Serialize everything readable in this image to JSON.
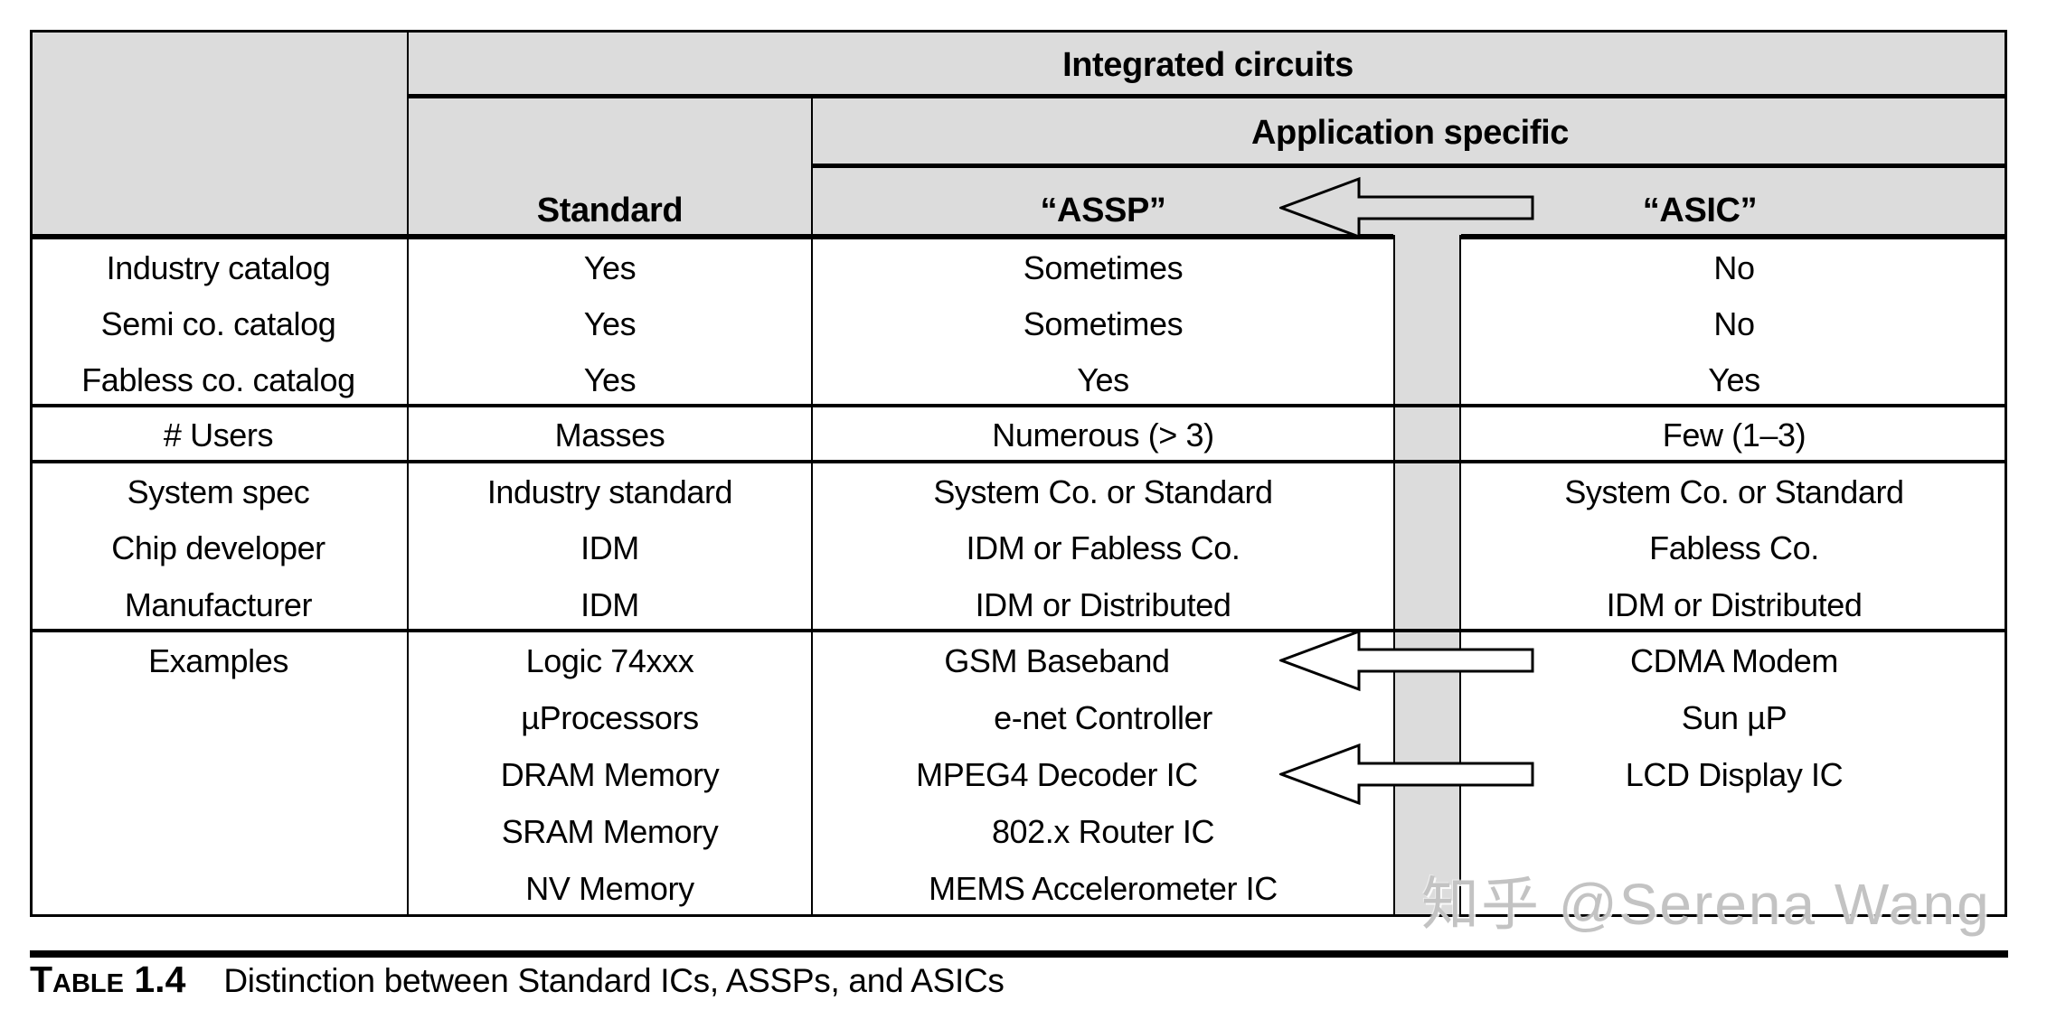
{
  "header": {
    "integrated": "Integrated circuits",
    "app_specific": "Application specific",
    "col_standard": "Standard",
    "col_assp": "“ASSP”",
    "col_asic": "“ASIC”"
  },
  "rows": [
    {
      "label": "Industry catalog",
      "standard": "Yes",
      "assp": "Sometimes",
      "asic": "No"
    },
    {
      "label": "Semi co. catalog",
      "standard": "Yes",
      "assp": "Sometimes",
      "asic": "No"
    },
    {
      "label": "Fabless co. catalog",
      "standard": "Yes",
      "assp": "Yes",
      "asic": "Yes"
    },
    {
      "label": "# Users",
      "standard": "Masses",
      "assp": "Numerous (> 3)",
      "asic": "Few (1–3)"
    },
    {
      "label": "System spec",
      "standard": "Industry standard",
      "assp": "System Co. or Standard",
      "asic": "System Co. or Standard"
    },
    {
      "label": "Chip developer",
      "standard": "IDM",
      "assp": "IDM or Fabless Co.",
      "asic": "Fabless Co."
    },
    {
      "label": "Manufacturer",
      "standard": "IDM",
      "assp": "IDM or Distributed",
      "asic": "IDM or Distributed"
    }
  ],
  "examples": {
    "label": "Examples",
    "standard": [
      "Logic 74xxx",
      "µProcessors",
      "DRAM Memory",
      "SRAM Memory",
      "NV Memory"
    ],
    "assp": [
      "GSM Baseband",
      "e-net Controller",
      "MPEG4 Decoder IC",
      "802.x Router IC",
      "MEMS Accelerometer IC"
    ],
    "asic": [
      "CDMA Modem",
      "Sun µP",
      "LCD Display IC"
    ]
  },
  "caption": {
    "tag": "Table 1.4",
    "text": "Distinction between Standard ICs, ASSPs, and ASICs"
  },
  "watermark": "知乎 @Serena Wang",
  "colors": {
    "header_bg": "#dcdcdc",
    "band_bg": "#dcdcdc",
    "border": "#000000",
    "watermark": "#c3c3c3",
    "arrow_header_fill": "#dcdcdc",
    "arrow_body_fill": "#ffffff"
  }
}
